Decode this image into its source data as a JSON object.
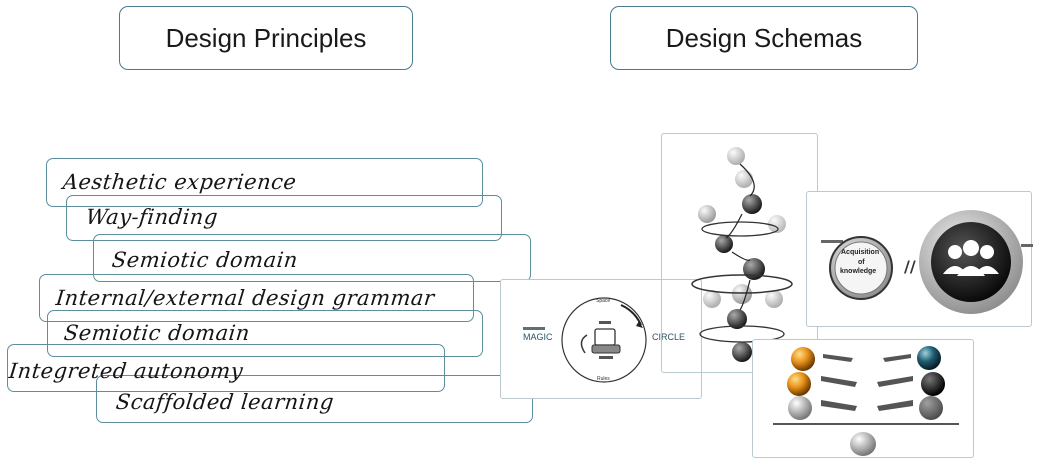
{
  "headers": {
    "principles": "Design Principles",
    "schemas": "Design Schemas"
  },
  "principles": [
    "Aesthetic experience",
    "Way-finding",
    "Semiotic domain",
    "Internal/external design grammar",
    "Semiotic domain",
    "Integreted autonomy",
    "Scaffolded learning"
  ],
  "schemas": {
    "magic_circle": {
      "left": "MAGIC",
      "right": "CIRCLE",
      "top": "Space",
      "bottom": "Rules"
    },
    "acquisition": {
      "line1": "Acquisition",
      "line2": "of",
      "line3": "knowledge"
    }
  },
  "colors": {
    "border": "#5d8e9e",
    "orange": "#e8901a",
    "teal": "#1f5d72"
  }
}
